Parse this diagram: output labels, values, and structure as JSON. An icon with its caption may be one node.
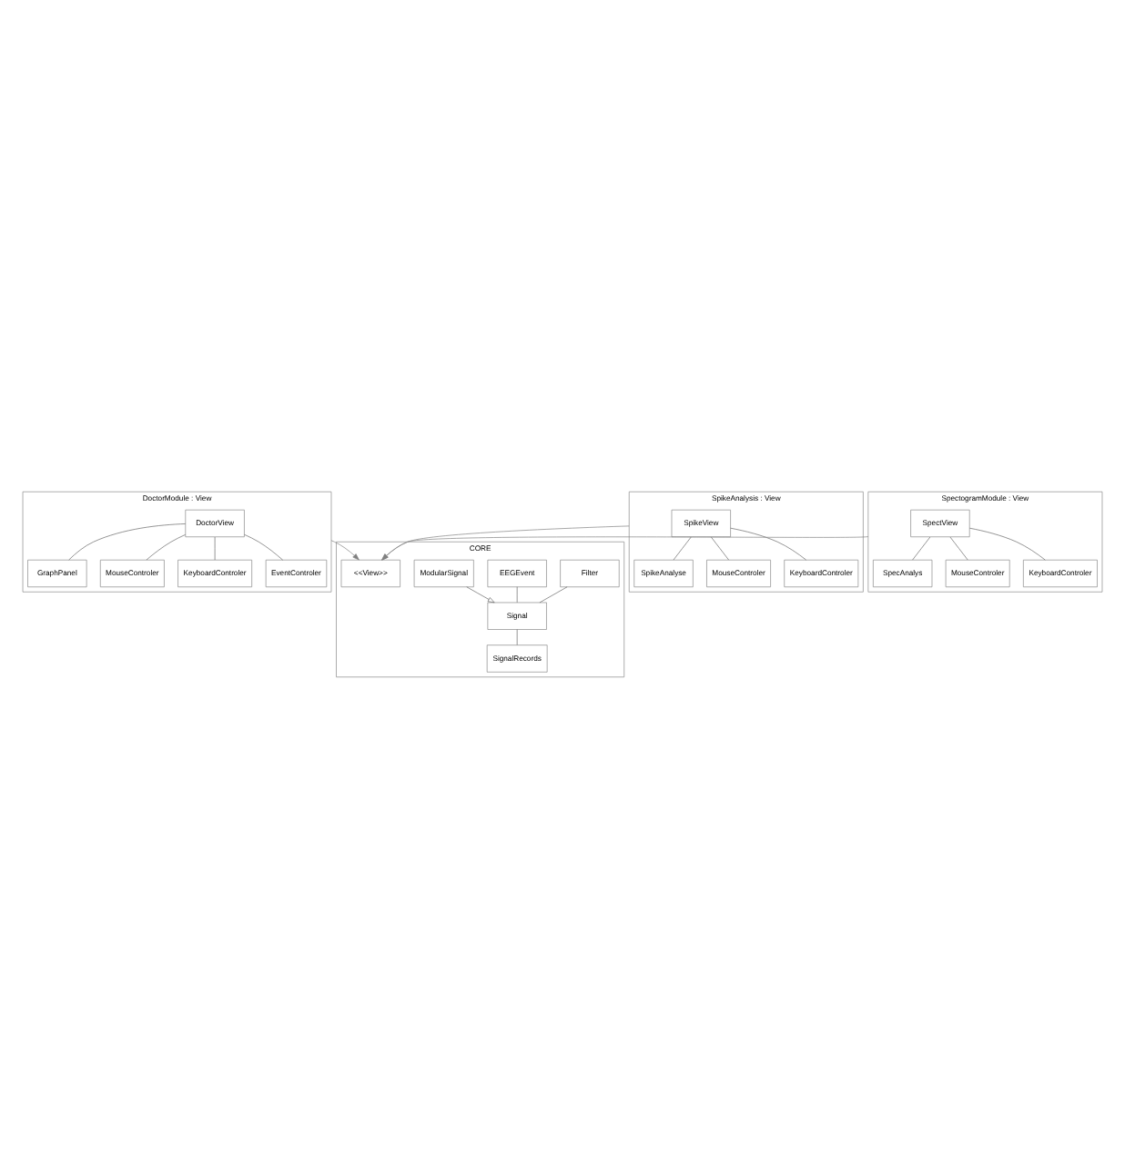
{
  "diagram": {
    "nodes": [
      {
        "text": [
          "CORE"
        ]
      },
      {
        "text": [
          "Filter"
        ],
        "in": 0
      },
      {
        "text": [
          "EEGEvent"
        ],
        "in": 0
      },
      {
        "text": [
          "Signal"
        ],
        "in": 0
      },
      {
        "text": [
          "SignalRecords"
        ],
        "in": 0
      },
      {
        "text": [
          "ModularSignal"
        ],
        "in": 0
      },
      {
        "text": [
          "<<View>>"
        ],
        "in": 0
      },
      {
        "text": [
          "DoctorModule : View"
        ]
      },
      {
        "text": [
          "DoctorView"
        ],
        "in": 7
      },
      {
        "text": [
          "GraphPanel"
        ],
        "in": 7
      },
      {
        "text": [
          "MouseControler"
        ],
        "in": 7
      },
      {
        "text": [
          "KeyboardControler"
        ],
        "in": 7
      },
      {
        "text": [
          "EventControler"
        ],
        "in": 7
      },
      {
        "text": [
          "SpikeAnalysis : View"
        ]
      },
      {
        "text": [
          "SpikeView"
        ],
        "in": 13
      },
      {
        "text": [
          "SpikeAnalyse"
        ],
        "in": 13
      },
      {
        "text": [
          "MouseControler"
        ],
        "in": 13
      },
      {
        "text": [
          "KeyboardControler"
        ],
        "in": 13
      },
      {
        "text": [
          "SpectogramModule : View"
        ]
      },
      {
        "text": [
          "SpectView"
        ],
        "in": 18
      },
      {
        "text": [
          "SpecAnalys"
        ],
        "in": 18
      },
      {
        "text": [
          "MouseControler"
        ],
        "in": 18
      },
      {
        "text": [
          "KeyboardControler"
        ],
        "in": 18
      }
    ],
    "edges": [
      {
        "from": 1,
        "to": 3,
        "arrow": "none"
      },
      {
        "from": 2,
        "to": 3,
        "arrow": "none"
      },
      {
        "from": 3,
        "to": 4,
        "arrow": "none"
      },
      {
        "from": 5,
        "to": 3,
        "arrow": "to"
      },
      {
        "from": 7,
        "to": 6,
        "arrow": "to",
        "color": "#808080"
      },
      {
        "from": 13,
        "to": 6,
        "arrow": "to",
        "color": "#808080"
      },
      {
        "from": 18,
        "to": 6,
        "arrow": "to",
        "color": "#808080"
      },
      {
        "from": 8,
        "to": 9,
        "arrow": "none"
      },
      {
        "from": 8,
        "to": 10,
        "arrow": "none"
      },
      {
        "from": 8,
        "to": 11,
        "arrow": "none"
      },
      {
        "from": 8,
        "to": 12,
        "arrow": "none"
      },
      {
        "from": 14,
        "to": 15,
        "arrow": "none"
      },
      {
        "from": 14,
        "to": 16,
        "arrow": "none"
      },
      {
        "from": 14,
        "to": 17,
        "arrow": "none"
      },
      {
        "from": 19,
        "to": 20,
        "arrow": "none"
      },
      {
        "from": 19,
        "to": 21,
        "arrow": "none"
      },
      {
        "from": 19,
        "to": 22,
        "arrow": "none"
      }
    ]
  }
}
